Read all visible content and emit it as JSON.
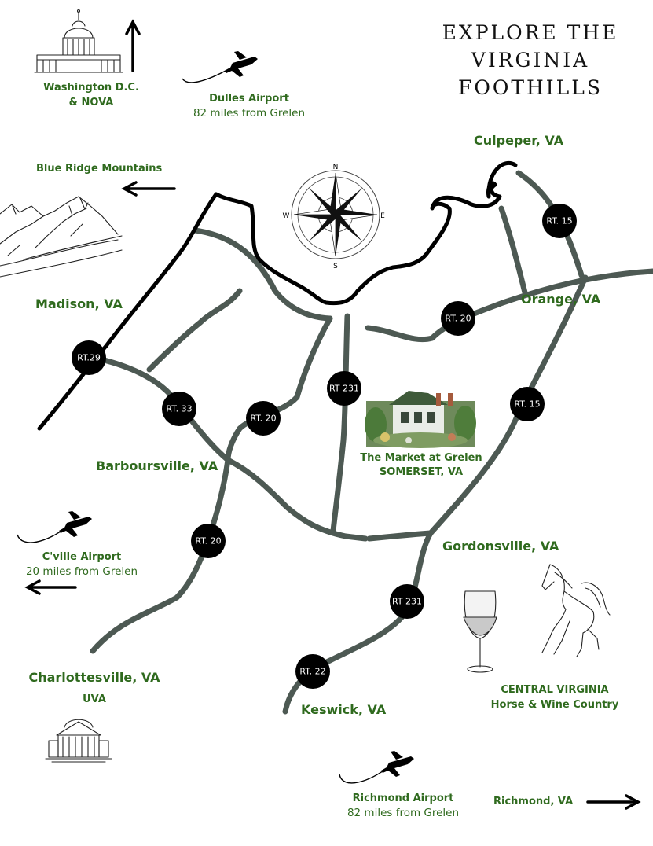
{
  "title": {
    "line1": "EXPLORE THE",
    "line2": "VIRGINIA",
    "line3": "FOOTHILLS"
  },
  "places": {
    "washington": {
      "line1": "Washington D.C.",
      "line2": "& NOVA"
    },
    "blue_ridge": "Blue Ridge Mountains",
    "madison": "Madison, VA",
    "culpeper": "Culpeper, VA",
    "orange": "Orange, VA",
    "barboursville": "Barboursville, VA",
    "gordonsville": "Gordonsville, VA",
    "charlottesville": {
      "line1": "Charlottesville, VA",
      "line2": "UVA"
    },
    "keswick": "Keswick, VA",
    "richmond": "Richmond, VA",
    "market": {
      "line1": "The Market at Grelen",
      "line2": "SOMERSET, VA"
    },
    "horse_wine": {
      "line1": "CENTRAL VIRGINIA",
      "line2": "Horse & Wine Country"
    }
  },
  "airports": {
    "dulles": {
      "name": "Dulles Airport",
      "distance": "82 miles from Grelen"
    },
    "cville": {
      "name": "C'ville Airport",
      "distance": "20 miles from Grelen"
    },
    "richmond": {
      "name": "Richmond Airport",
      "distance": "82 miles from Grelen"
    }
  },
  "compass": {
    "n": "N",
    "e": "E",
    "s": "S",
    "w": "W"
  },
  "routes": [
    {
      "id": "rt15-north",
      "label": "RT. 15"
    },
    {
      "id": "rt20-orange",
      "label": "RT. 20"
    },
    {
      "id": "rt29",
      "label": "RT.29"
    },
    {
      "id": "rt33",
      "label": "RT. 33"
    },
    {
      "id": "rt20-center",
      "label": "RT. 20"
    },
    {
      "id": "rt231-north",
      "label": "RT 231"
    },
    {
      "id": "rt15-south",
      "label": "RT. 15"
    },
    {
      "id": "rt20-south",
      "label": "RT. 20"
    },
    {
      "id": "rt231-south",
      "label": "RT 231"
    },
    {
      "id": "rt22",
      "label": "RT. 22"
    }
  ],
  "colors": {
    "label_green": "#2f6a1e",
    "road_gray": "#4d5953",
    "marker_black": "#000000"
  },
  "icons": [
    "capitol-icon",
    "airplane-icon",
    "north-arrow-icon",
    "west-arrow-icon",
    "east-arrow-icon",
    "mountains-icon",
    "compass-rose-icon",
    "market-illustration",
    "wine-glass-icon",
    "horse-icon",
    "rotunda-icon"
  ]
}
